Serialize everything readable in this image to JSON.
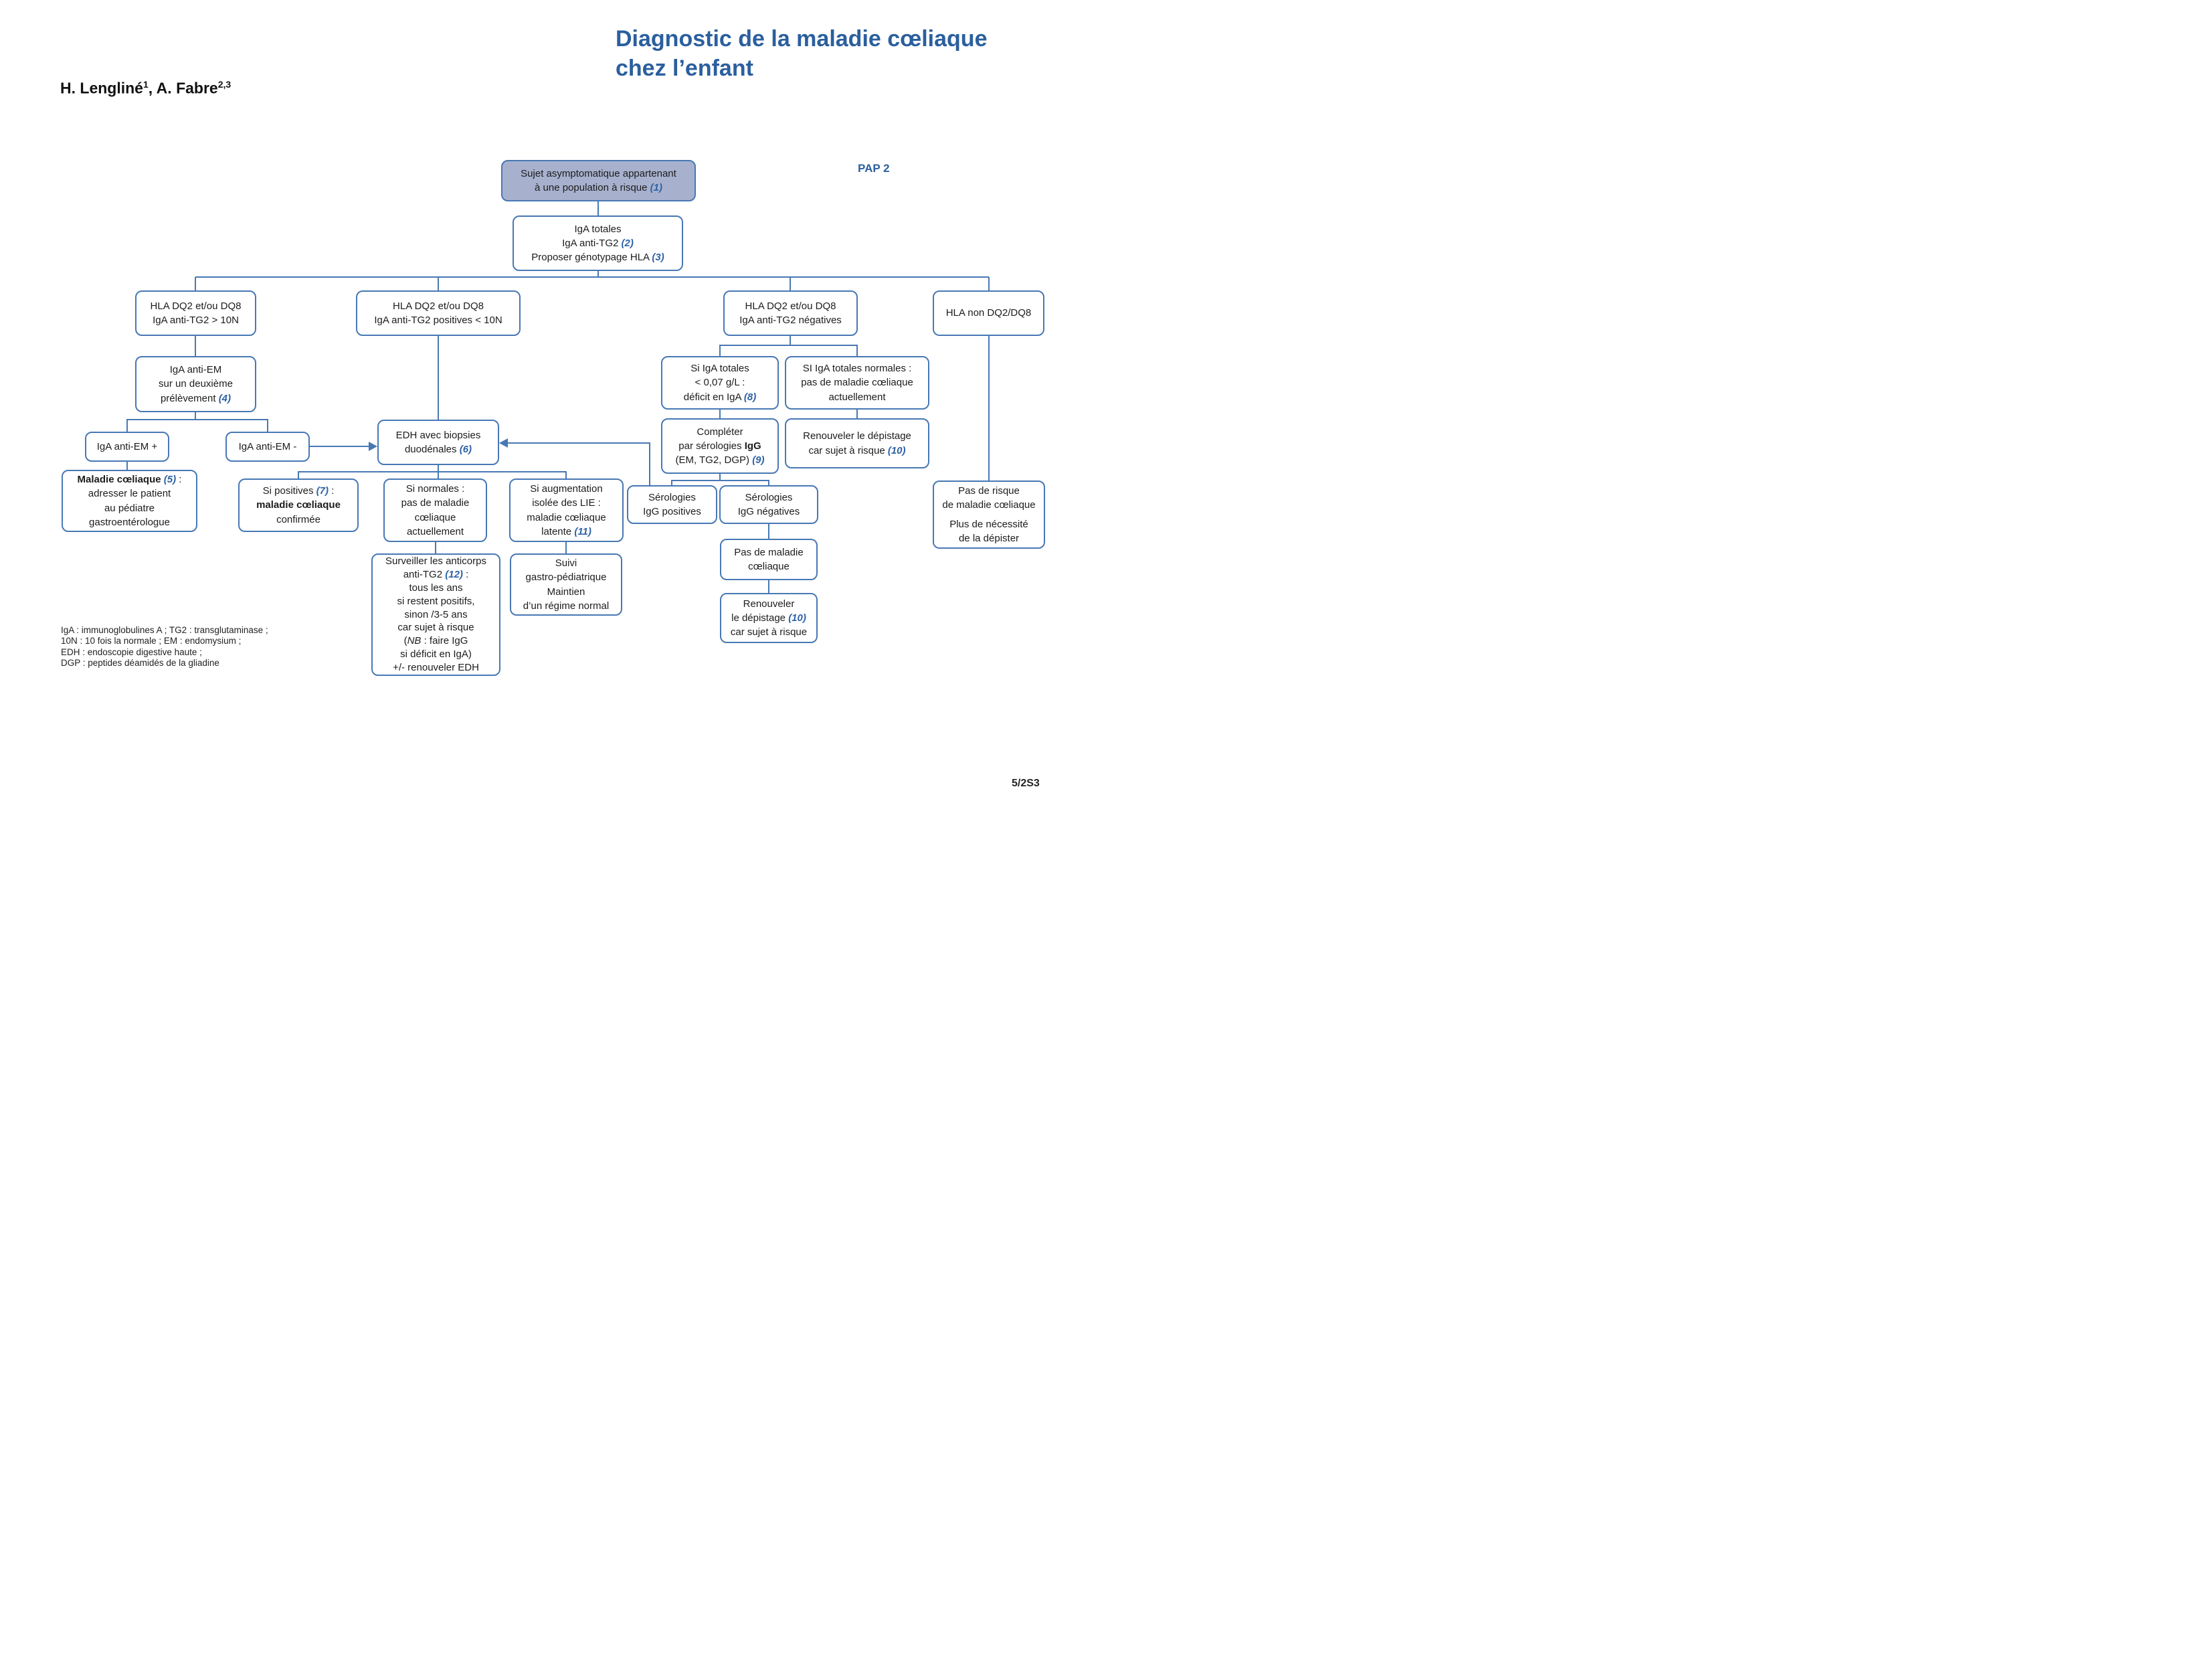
{
  "header": {
    "title_l1": "Diagnostic de la maladie cœliaque",
    "title_l2": "chez l’enfant",
    "author_name1": "H. Lengliné",
    "author_sup1": "1",
    "author_mid": ", A. Fabre",
    "author_sup2": "2,3",
    "pap": "PAP 2",
    "page": "5/2S3"
  },
  "colors": {
    "accent_blue": "#2b5f9e",
    "connector_blue": "#4878b4",
    "start_fill": "#a7b1ce"
  },
  "nodes": {
    "start": {
      "l1": "Sujet asymptomatique appartenant",
      "l2a": "à une population à risque ",
      "ref": "(1)"
    },
    "iga_totales": {
      "l1": "IgA totales",
      "l2a": "IgA anti-TG2 ",
      "ref2": "(2)",
      "l3a": "Proposer génotypage HLA ",
      "ref3": "(3)"
    },
    "hla_10n": {
      "l1": "HLA DQ2 et/ou DQ8",
      "l2": "IgA anti-TG2 > 10N"
    },
    "hla_pos": {
      "l1": "HLA DQ2 et/ou DQ8",
      "l2": "IgA anti-TG2 positives < 10N"
    },
    "hla_neg": {
      "l1": "HLA DQ2 et/ou DQ8",
      "l2": "IgA anti-TG2 négatives"
    },
    "hla_non": {
      "l1": "HLA non DQ2/DQ8"
    },
    "anti_em": {
      "l1": "IgA anti-EM",
      "l2": "sur un deuxième",
      "l3a": "prélèvement ",
      "ref": "(4)"
    },
    "em_plus": {
      "l1": "IgA anti-EM +"
    },
    "em_minus": {
      "l1": "IgA anti-EM -"
    },
    "edh": {
      "l1": "EDH avec biopsies",
      "l2a": "duodénales ",
      "ref": "(6)"
    },
    "maladie": {
      "l1b": "Maladie cœliaque ",
      "ref": "(5)",
      "l1c": " :",
      "l2": "adresser le patient",
      "l3": "au pédiatre",
      "l4": "gastroentérologue"
    },
    "si_positives": {
      "l1a": "Si positives ",
      "ref": "(7)",
      "l1c": " :",
      "l2": "maladie cœliaque",
      "l3": "confirmée"
    },
    "si_normales": {
      "l1": "Si normales :",
      "l2": "pas de maladie",
      "l3": "cœliaque",
      "l4": "actuellement"
    },
    "si_aug": {
      "l1": "Si augmentation",
      "l2": "isolée des LIE :",
      "l3": "maladie cœliaque",
      "l4a": "latente ",
      "ref": "(11)"
    },
    "surveiller": {
      "l1": "Surveiller les anticorps",
      "l2a": "anti-TG2 ",
      "ref": "(12)",
      "l2c": " :",
      "l3": "tous les ans",
      "l4": "si restent positifs,",
      "l5": "sinon /3-5 ans",
      "l6": "car sujet à risque",
      "l7a": "(",
      "l7b": "NB",
      "l7c": " : faire IgG",
      "l8": "si déficit en IgA)",
      "l9": "+/- renouveler EDH"
    },
    "suivi": {
      "l1": "Suivi",
      "l2": "gastro-pédiatrique",
      "l3": "Maintien",
      "l4": "d’un régime normal"
    },
    "si_iga_low": {
      "l1": "Si IgA totales",
      "l2": "< 0,07 g/L :",
      "l3a": "déficit en IgA ",
      "ref": "(8)"
    },
    "si_iga_norm": {
      "l1": "SI IgA totales normales :",
      "l2": "pas de maladie cœliaque",
      "l3": "actuellement"
    },
    "completer": {
      "l1": "Compléter",
      "l2a": "par sérologies ",
      "l2b": "IgG",
      "l3a": "(EM, TG2, DGP) ",
      "ref": "(9)"
    },
    "renouveler_dep": {
      "l1": "Renouveler le dépistage",
      "l2a": "car sujet à risque ",
      "ref": "(10)"
    },
    "ser_pos": {
      "l1": "Sérologies",
      "l2": "IgG positives"
    },
    "ser_neg": {
      "l1": "Sérologies",
      "l2": "IgG négatives"
    },
    "pas_maladie": {
      "l1": "Pas de maladie",
      "l2": "cœliaque"
    },
    "renouveler2": {
      "l1": "Renouveler",
      "l2a": "le dépistage ",
      "ref": "(10)",
      "l3": "car sujet à risque"
    },
    "pas_risque": {
      "p1l1": "Pas de risque",
      "p1l2": "de maladie cœliaque",
      "p2l1": "Plus de nécessité",
      "p2l2": "de la dépister"
    }
  },
  "footnote": {
    "l1": "IgA : immunoglobulines A ; TG2 : transglutaminase ;",
    "l2": "10N : 10 fois la normale ; EM : endomysium ;",
    "l3": "EDH : endoscopie digestive haute ;",
    "l4": "DGP : peptides déamidés de la gliadine"
  }
}
